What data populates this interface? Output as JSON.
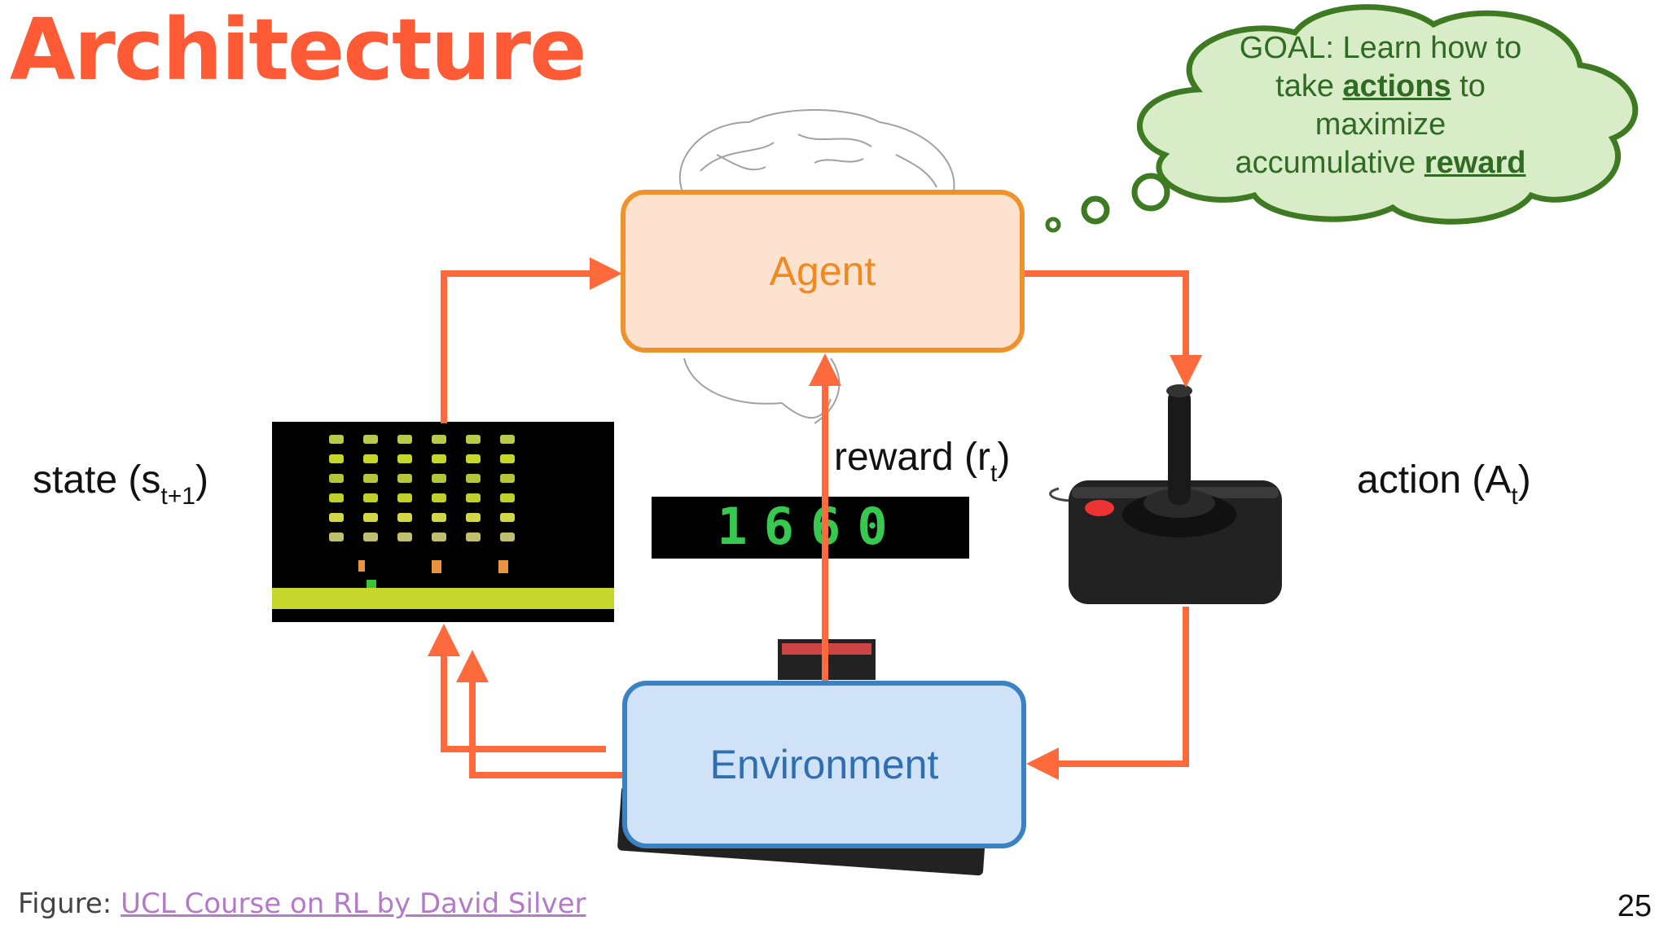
{
  "slide": {
    "title": "Architecture",
    "page_number": "25"
  },
  "diagram": {
    "agent_label": "Agent",
    "environment_label": "Environment",
    "state_label": "state (s",
    "state_sub": "t+1",
    "state_close": ")",
    "reward_label": "reward (r",
    "reward_sub": "t",
    "reward_close": ")",
    "action_label": "action (A",
    "action_sub": "t",
    "action_close": ")",
    "score_display": "1660"
  },
  "goal": {
    "line1": "GOAL: Learn how to",
    "take": "take ",
    "actions": "actions",
    "to": " to",
    "maximize": "maximize",
    "accumulative": "accumulative ",
    "reward": "reward"
  },
  "footer": {
    "prefix": "Figure: ",
    "link_text": "UCL Course on RL by David Silver"
  },
  "colors": {
    "arrow": "#ff6a3d",
    "agent_fill": "#fde3cf",
    "agent_border": "#f0922b",
    "env_fill": "#cfe2f8",
    "env_border": "#3b82c4",
    "cloud_fill": "#d8ecc8",
    "cloud_border": "#3d7a22"
  }
}
